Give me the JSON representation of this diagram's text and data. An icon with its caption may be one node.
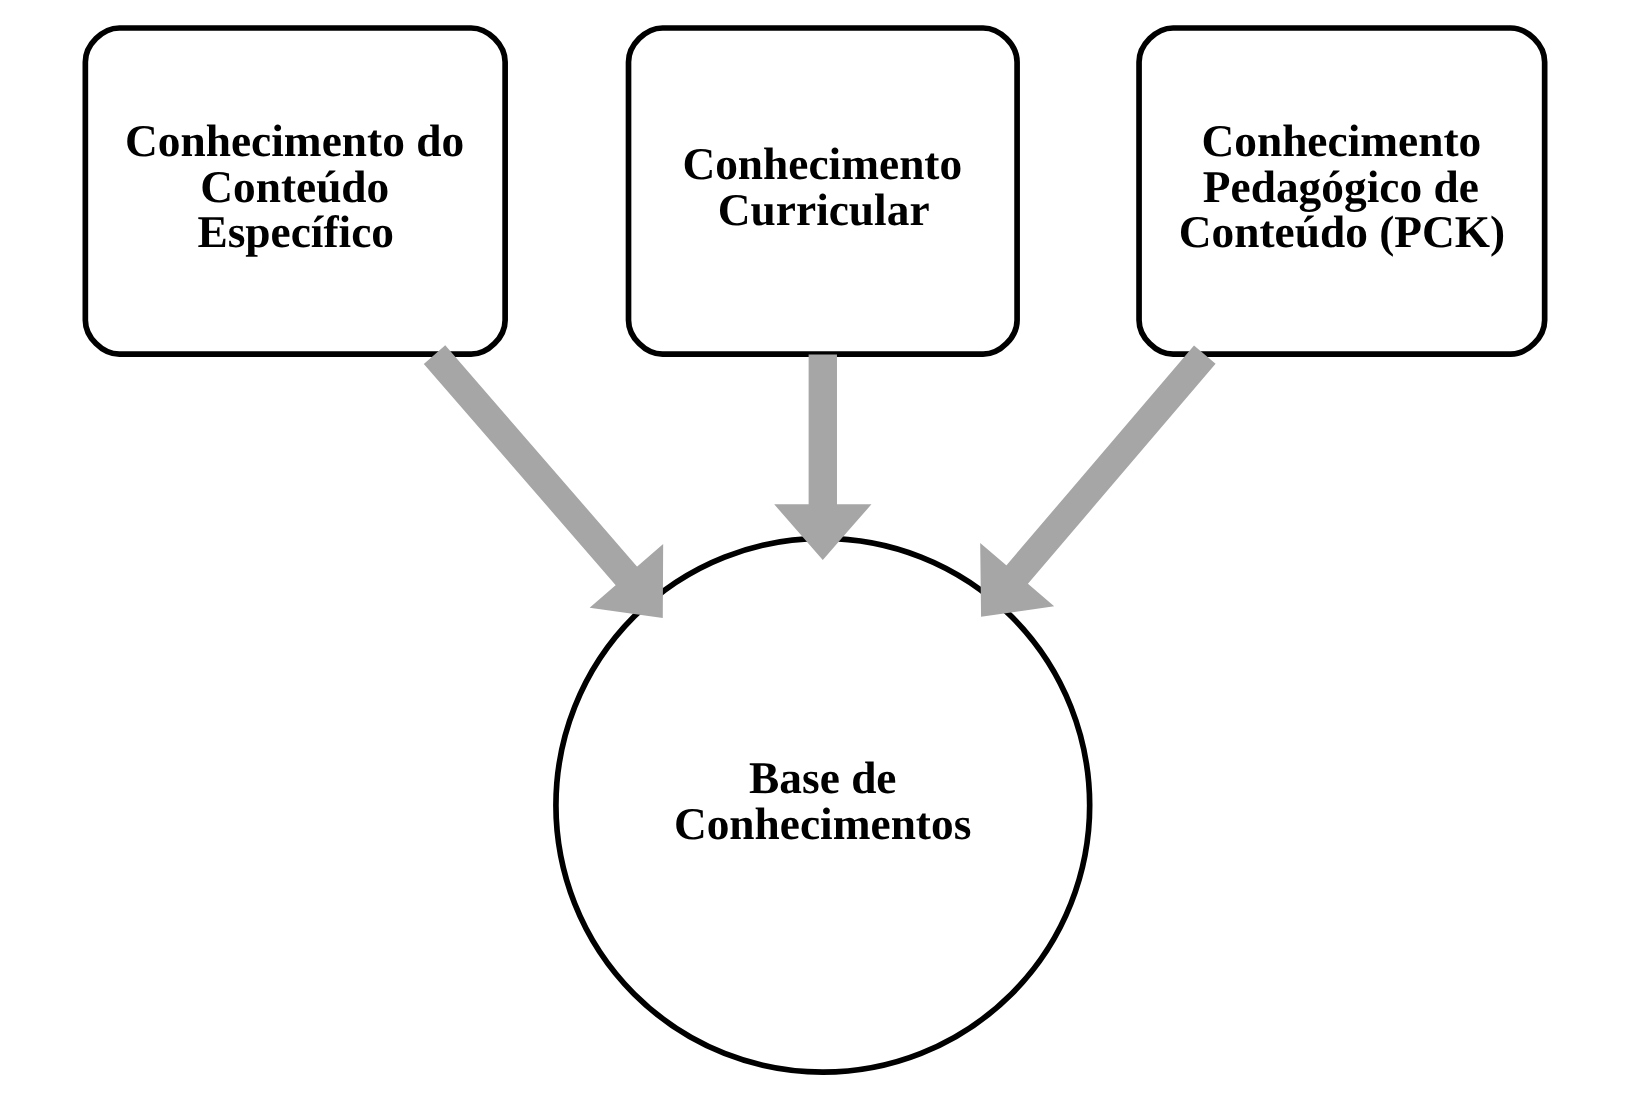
{
  "diagram": {
    "nodes": [
      {
        "text": [
          "Conhecimento do Conteúdo Específico"
        ]
      },
      {
        "text": [
          "Conhecimento Curricular"
        ]
      },
      {
        "text": [
          "Conhecimento Pedagógico de Conteúdo (PCK)"
        ]
      },
      {
        "text": [
          "Base de Conhecimentos"
        ]
      }
    ],
    "edges": [
      {
        "from": 0,
        "to": 3,
        "arrow": "to"
      },
      {
        "from": 1,
        "to": 3,
        "arrow": "to"
      },
      {
        "from": 2,
        "to": 3,
        "arrow": "to"
      }
    ]
  }
}
